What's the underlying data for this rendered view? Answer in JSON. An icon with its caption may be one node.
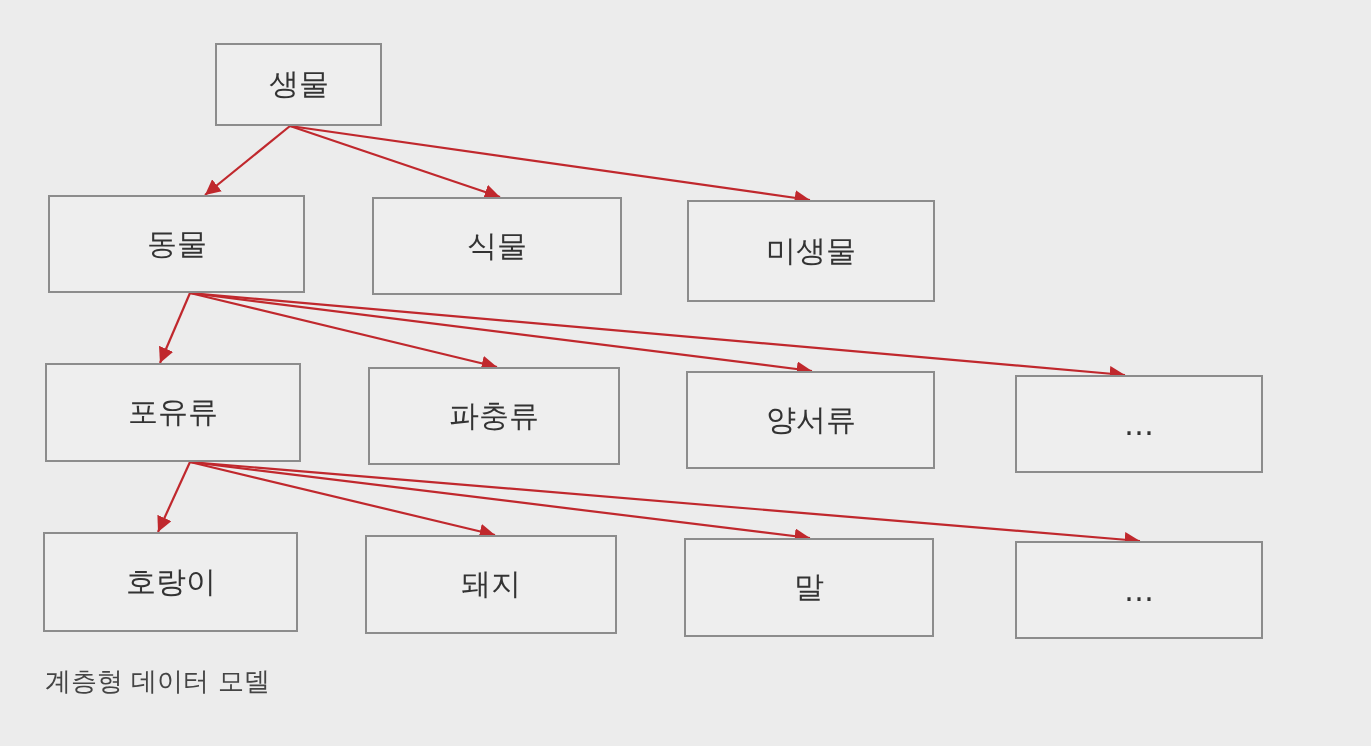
{
  "diagram": {
    "caption": "계층형 데이터 모델",
    "nodes": [
      {
        "text": [
          "생물"
        ]
      },
      {
        "text": [
          "동물"
        ]
      },
      {
        "text": [
          "식물"
        ]
      },
      {
        "text": [
          "미생물"
        ]
      },
      {
        "text": [
          "포유류"
        ]
      },
      {
        "text": [
          "파충류"
        ]
      },
      {
        "text": [
          "양서류"
        ]
      },
      {
        "text": [
          "…"
        ]
      },
      {
        "text": [
          "호랑이"
        ]
      },
      {
        "text": [
          "돼지"
        ]
      },
      {
        "text": [
          "말"
        ]
      },
      {
        "text": [
          "…"
        ]
      }
    ],
    "edges": [
      {
        "from": 0,
        "to": 1,
        "arrow": "to"
      },
      {
        "from": 0,
        "to": 2,
        "arrow": "to"
      },
      {
        "from": 0,
        "to": 3,
        "arrow": "to"
      },
      {
        "from": 1,
        "to": 4,
        "arrow": "to"
      },
      {
        "from": 1,
        "to": 5,
        "arrow": "to"
      },
      {
        "from": 1,
        "to": 6,
        "arrow": "to"
      },
      {
        "from": 1,
        "to": 7,
        "arrow": "to"
      },
      {
        "from": 4,
        "to": 8,
        "arrow": "to"
      },
      {
        "from": 4,
        "to": 9,
        "arrow": "to"
      },
      {
        "from": 4,
        "to": 10,
        "arrow": "to"
      },
      {
        "from": 4,
        "to": 11,
        "arrow": "to"
      }
    ]
  }
}
